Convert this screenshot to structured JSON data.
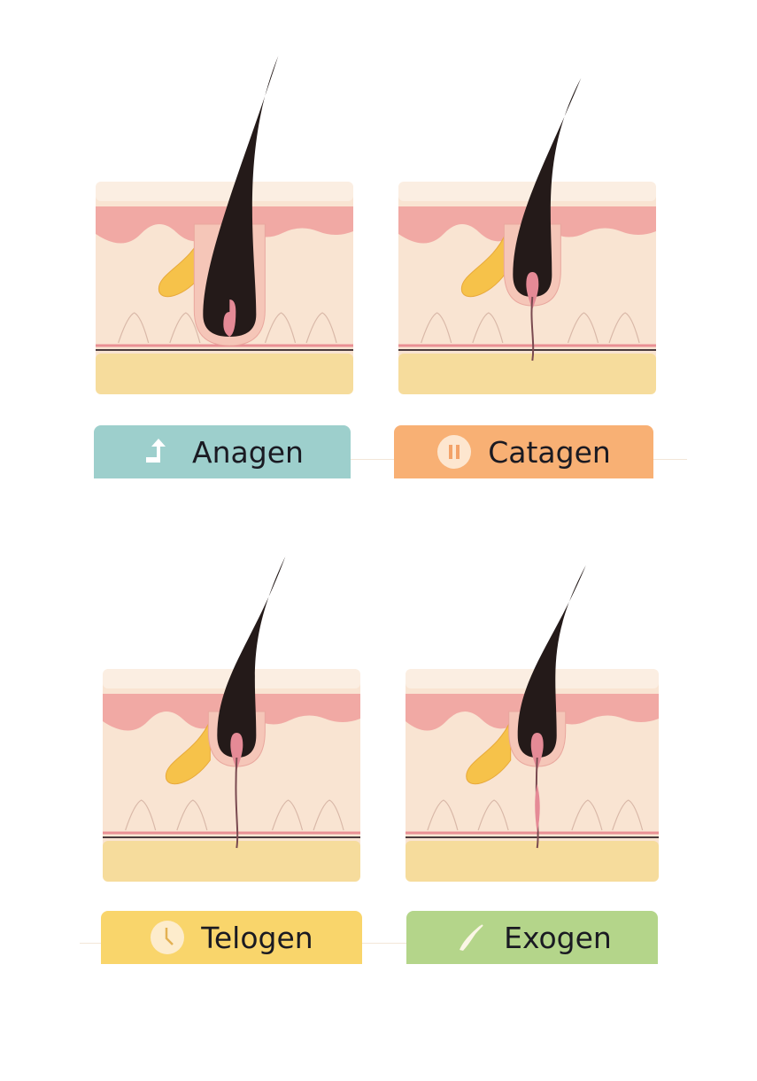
{
  "phases": [
    {
      "name": "Anagen",
      "icon": "arrow-up-icon",
      "color": "#9dcfcc",
      "stage": "anagen"
    },
    {
      "name": "Catagen",
      "icon": "pause-icon",
      "color": "#f8b074",
      "stage": "catagen"
    },
    {
      "name": "Telogen",
      "icon": "clock-icon",
      "color": "#f9d56b",
      "stage": "telogen"
    },
    {
      "name": "Exogen",
      "icon": "shedding-hair-icon",
      "color": "#b4d58a",
      "stage": "exogen"
    }
  ],
  "colors": {
    "skin": "#f9e4d2",
    "epidermis": "#f1a9a4",
    "fat": "#f6dc9c",
    "hair": "#241a19",
    "gland": "#f6c24a",
    "papilla": "#e58a96"
  }
}
